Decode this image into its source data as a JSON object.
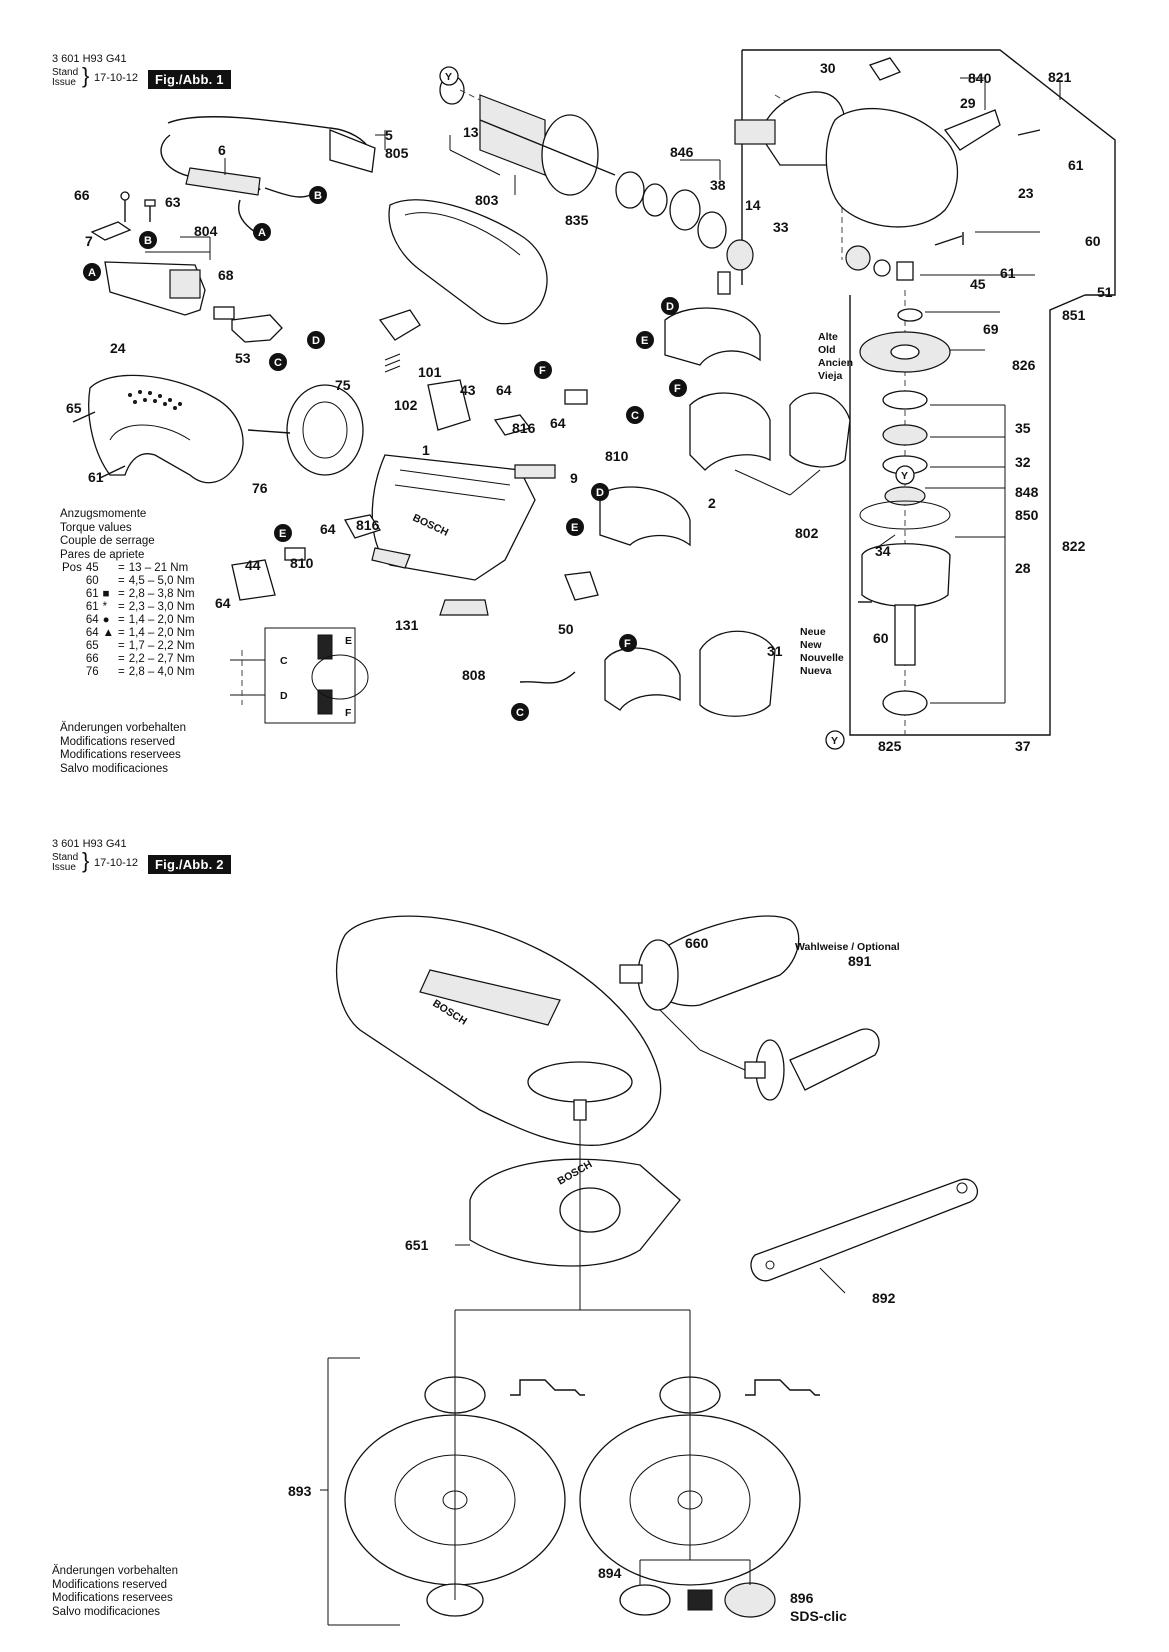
{
  "fig1": {
    "doc_number": "3 601 H93 G41",
    "stand_label": "Stand",
    "issue_label": "Issue",
    "date": "17-10-12",
    "fig_tag": "Fig./Abb. 1"
  },
  "fig2": {
    "doc_number": "3 601 H93 G41",
    "stand_label": "Stand",
    "issue_label": "Issue",
    "date": "17-10-12",
    "fig_tag": "Fig./Abb. 2"
  },
  "torque": {
    "lines": [
      "Anzugsmomente",
      "Torque values",
      "Couple de serrage",
      "Pares de apriete"
    ],
    "rows": [
      {
        "pos_label": "Pos",
        "pos": "45",
        "sym": "",
        "eq": "=",
        "val": "13 – 21 Nm"
      },
      {
        "pos_label": "",
        "pos": "60",
        "sym": "",
        "eq": "=",
        "val": "4,5 – 5,0 Nm"
      },
      {
        "pos_label": "",
        "pos": "61",
        "sym": "■",
        "eq": "=",
        "val": "2,8 – 3,8 Nm"
      },
      {
        "pos_label": "",
        "pos": "61",
        "sym": "*",
        "eq": "=",
        "val": "2,3 – 3,0 Nm"
      },
      {
        "pos_label": "",
        "pos": "64",
        "sym": "●",
        "eq": "=",
        "val": "1,4 – 2,0 Nm"
      },
      {
        "pos_label": "",
        "pos": "64",
        "sym": "▲",
        "eq": "=",
        "val": "1,4 – 2,0 Nm"
      },
      {
        "pos_label": "",
        "pos": "65",
        "sym": "",
        "eq": "=",
        "val": "1,7 – 2,2 Nm"
      },
      {
        "pos_label": "",
        "pos": "66",
        "sym": "",
        "eq": "=",
        "val": "2,2 – 2,7 Nm"
      },
      {
        "pos_label": "",
        "pos": "76",
        "sym": "",
        "eq": "=",
        "val": "2,8 – 4,0 Nm"
      }
    ]
  },
  "modifications_fig1": [
    "Änderungen vorbehalten",
    "Modifications reserved",
    "Modifications reservees",
    "Salvo modificaciones"
  ],
  "modifications_fig2": [
    "Änderungen vorbehalten",
    "Modifications reserved",
    "Modifications reservees",
    "Salvo modificaciones"
  ],
  "old_labels": [
    "Alte",
    "Old",
    "Ancien",
    "Vieja"
  ],
  "new_labels": [
    "Neue",
    "New",
    "Nouvelle",
    "Nueva"
  ],
  "optional_label": "Wahlweise / Optional",
  "brand_text": "BOSCH",
  "sds_label": "SDS-clic",
  "schematic": {
    "c": "C",
    "d": "D",
    "e": "E",
    "f": "F"
  },
  "fig1_parts": [
    "5",
    "805",
    "6",
    "66",
    "63",
    "7",
    "804",
    "68",
    "53",
    "24",
    "65",
    "61",
    "75",
    "76",
    "13",
    "803",
    "835",
    "846",
    "38",
    "14",
    "33",
    "30",
    "840",
    "29",
    "821",
    "61",
    "23",
    "60",
    "61",
    "45",
    "51",
    "851",
    "69",
    "826",
    "35",
    "32",
    "848",
    "850",
    "34",
    "28",
    "822",
    "60",
    "825",
    "37",
    "101",
    "102",
    "43",
    "64",
    "816",
    "64",
    "810",
    "9",
    "1",
    "64",
    "816",
    "810",
    "44",
    "64",
    "131",
    "808",
    "2",
    "50",
    "31",
    "802"
  ],
  "fig2_parts": [
    "660",
    "891",
    "651",
    "892",
    "893",
    "894",
    "896"
  ],
  "connector_letters": [
    "A",
    "B",
    "C",
    "D",
    "E",
    "F",
    "Y"
  ]
}
